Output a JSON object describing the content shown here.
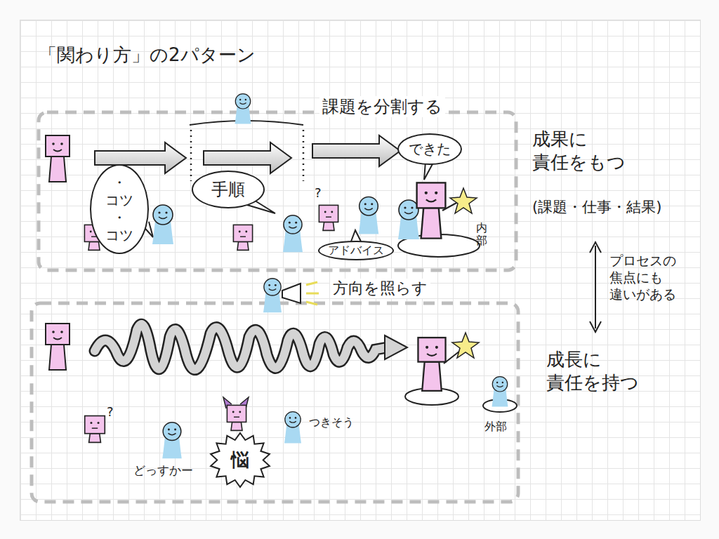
{
  "diagram": {
    "title": "「関わり方」の2パターン",
    "nodes": [
      {
        "text": [
          "・コツ ・コツ"
        ]
      },
      {
        "text": [
          "手順"
        ]
      },
      {
        "text": [
          "アドバイス"
        ]
      },
      {
        "text": [
          "できた"
        ]
      },
      {
        "text": [
          "悩"
        ]
      }
    ],
    "labels": [
      "課題を分割する",
      "?",
      "内部",
      "成果に 責任をもつ",
      "(課題・仕事・結果)",
      "プロセスの 焦点にも 違いがある",
      "方向を照らす",
      "?",
      "どっすかー",
      "つきそう",
      "外部",
      "成長に 責任を持つ"
    ]
  }
}
